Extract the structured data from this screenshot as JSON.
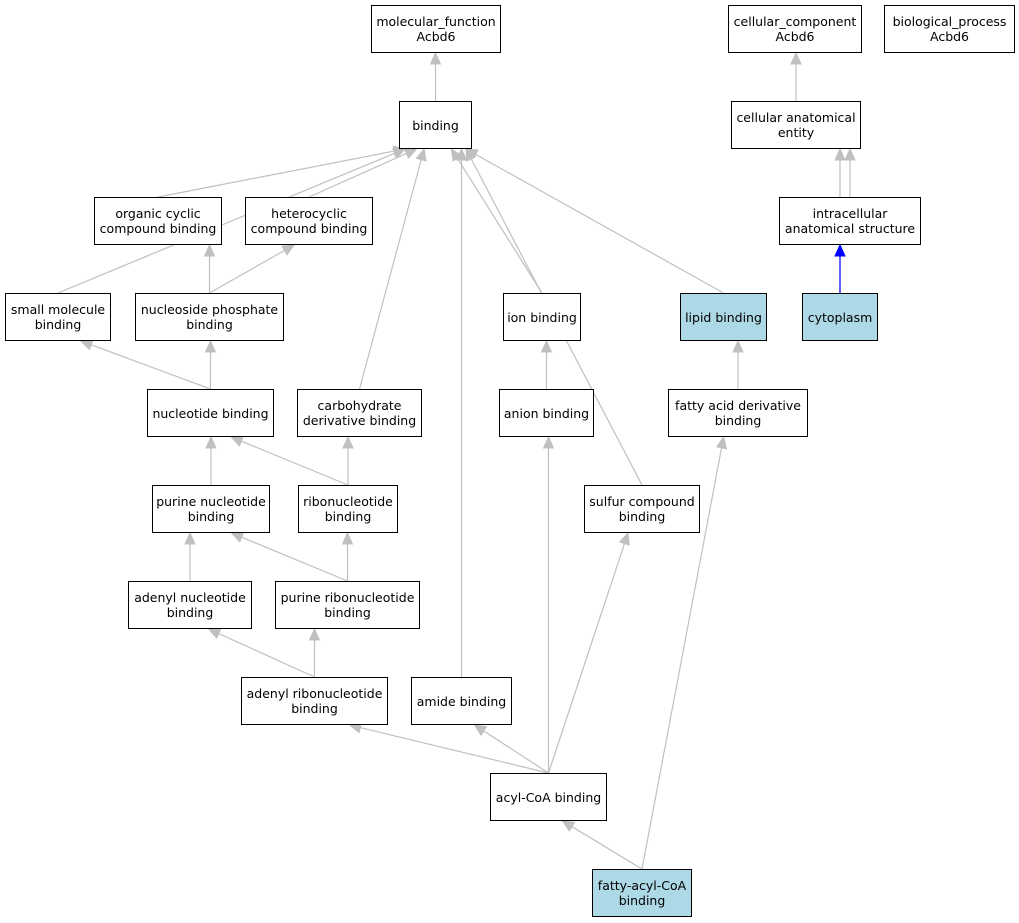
{
  "colors": {
    "edge": "#c0c0c0",
    "edge_highlight": "#0000ff",
    "highlight_fill": "#add8e6",
    "node_fill": "#ffffff",
    "node_border": "#000000"
  },
  "nodes": {
    "molecular_function": {
      "lines": [
        "molecular_function",
        "Acbd6"
      ]
    },
    "cellular_component": {
      "lines": [
        "cellular_component",
        "Acbd6"
      ]
    },
    "biological_process": {
      "lines": [
        "biological_process",
        "Acbd6"
      ]
    },
    "binding": {
      "lines": [
        "binding"
      ]
    },
    "cellular_anatomical_entity": {
      "lines": [
        "cellular anatomical",
        "entity"
      ]
    },
    "organic_cyclic_compound_binding": {
      "lines": [
        "organic cyclic",
        "compound binding"
      ]
    },
    "heterocyclic_compound_binding": {
      "lines": [
        "heterocyclic",
        "compound binding"
      ]
    },
    "intracellular_anatomical_structure": {
      "lines": [
        "intracellular",
        "anatomical structure"
      ]
    },
    "small_molecule_binding": {
      "lines": [
        "small molecule",
        "binding"
      ]
    },
    "nucleoside_phosphate_binding": {
      "lines": [
        "nucleoside phosphate",
        "binding"
      ]
    },
    "ion_binding": {
      "lines": [
        "ion binding"
      ]
    },
    "lipid_binding": {
      "lines": [
        "lipid binding"
      ],
      "highlight": true
    },
    "cytoplasm": {
      "lines": [
        "cytoplasm"
      ],
      "highlight": true
    },
    "nucleotide_binding": {
      "lines": [
        "nucleotide binding"
      ]
    },
    "carbohydrate_derivative_binding": {
      "lines": [
        "carbohydrate",
        "derivative binding"
      ]
    },
    "anion_binding": {
      "lines": [
        "anion binding"
      ]
    },
    "fatty_acid_derivative_binding": {
      "lines": [
        "fatty acid derivative",
        "binding"
      ]
    },
    "purine_nucleotide_binding": {
      "lines": [
        "purine nucleotide",
        "binding"
      ]
    },
    "ribonucleotide_binding": {
      "lines": [
        "ribonucleotide",
        "binding"
      ]
    },
    "sulfur_compound_binding": {
      "lines": [
        "sulfur compound",
        "binding"
      ]
    },
    "adenyl_nucleotide_binding": {
      "lines": [
        "adenyl nucleotide",
        "binding"
      ]
    },
    "purine_ribonucleotide_binding": {
      "lines": [
        "purine ribonucleotide",
        "binding"
      ]
    },
    "adenyl_ribonucleotide_binding": {
      "lines": [
        "adenyl ribonucleotide",
        "binding"
      ]
    },
    "amide_binding": {
      "lines": [
        "amide binding"
      ]
    },
    "acyl_coa_binding": {
      "lines": [
        "acyl-CoA binding"
      ]
    },
    "fatty_acyl_coa_binding": {
      "lines": [
        "fatty-acyl-CoA",
        "binding"
      ],
      "highlight": true
    }
  },
  "edges": [
    {
      "from": "binding",
      "to": "molecular_function"
    },
    {
      "from": "cellular_anatomical_entity",
      "to": "cellular_component"
    },
    {
      "from": "organic_cyclic_compound_binding",
      "to": "binding"
    },
    {
      "from": "heterocyclic_compound_binding",
      "to": "binding"
    },
    {
      "from": "small_molecule_binding",
      "to": "binding"
    },
    {
      "from": "carbohydrate_derivative_binding",
      "to": "binding"
    },
    {
      "from": "amide_binding",
      "to": "binding"
    },
    {
      "from": "ion_binding",
      "to": "binding"
    },
    {
      "from": "sulfur_compound_binding",
      "to": "binding"
    },
    {
      "from": "lipid_binding",
      "to": "binding"
    },
    {
      "from": "intracellular_anatomical_structure",
      "to": "cellular_anatomical_entity"
    },
    {
      "from": "cytoplasm",
      "to": "cellular_anatomical_entity"
    },
    {
      "from": "cytoplasm",
      "to": "intracellular_anatomical_structure",
      "highlight": true
    },
    {
      "from": "nucleoside_phosphate_binding",
      "to": "organic_cyclic_compound_binding"
    },
    {
      "from": "nucleoside_phosphate_binding",
      "to": "heterocyclic_compound_binding"
    },
    {
      "from": "nucleotide_binding",
      "to": "small_molecule_binding"
    },
    {
      "from": "nucleotide_binding",
      "to": "nucleoside_phosphate_binding"
    },
    {
      "from": "anion_binding",
      "to": "ion_binding"
    },
    {
      "from": "fatty_acid_derivative_binding",
      "to": "lipid_binding"
    },
    {
      "from": "purine_nucleotide_binding",
      "to": "nucleotide_binding"
    },
    {
      "from": "ribonucleotide_binding",
      "to": "nucleotide_binding"
    },
    {
      "from": "ribonucleotide_binding",
      "to": "carbohydrate_derivative_binding"
    },
    {
      "from": "adenyl_nucleotide_binding",
      "to": "purine_nucleotide_binding"
    },
    {
      "from": "purine_ribonucleotide_binding",
      "to": "purine_nucleotide_binding"
    },
    {
      "from": "purine_ribonucleotide_binding",
      "to": "ribonucleotide_binding"
    },
    {
      "from": "adenyl_ribonucleotide_binding",
      "to": "adenyl_nucleotide_binding"
    },
    {
      "from": "adenyl_ribonucleotide_binding",
      "to": "purine_ribonucleotide_binding"
    },
    {
      "from": "acyl_coa_binding",
      "to": "adenyl_ribonucleotide_binding"
    },
    {
      "from": "acyl_coa_binding",
      "to": "amide_binding"
    },
    {
      "from": "acyl_coa_binding",
      "to": "anion_binding"
    },
    {
      "from": "acyl_coa_binding",
      "to": "sulfur_compound_binding"
    },
    {
      "from": "fatty_acyl_coa_binding",
      "to": "acyl_coa_binding"
    },
    {
      "from": "fatty_acyl_coa_binding",
      "to": "fatty_acid_derivative_binding"
    }
  ]
}
